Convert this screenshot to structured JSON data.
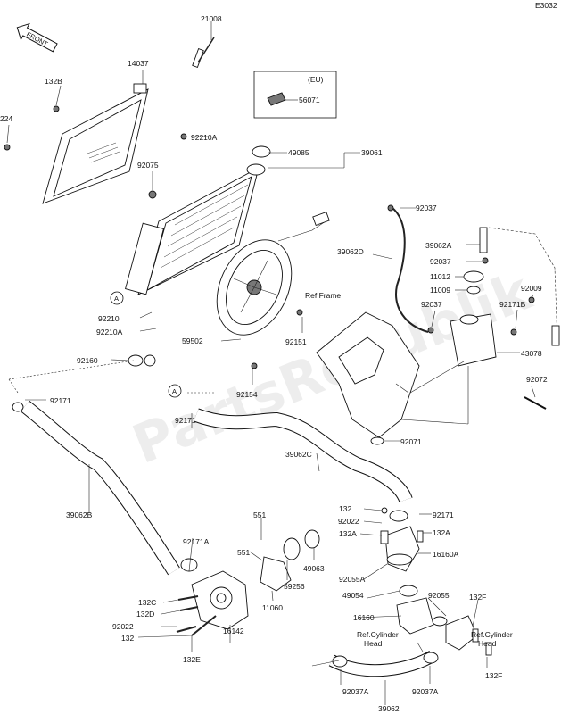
{
  "diagram_code": "E3032",
  "front_badge": "FRONT",
  "watermark": "PartsRepublik",
  "eu_box_label": "(EU)",
  "circle_marker": "A",
  "parts": [
    "21008",
    "14037",
    "132B",
    "224",
    "92210A",
    "92075",
    "56071",
    "49085",
    "39061",
    "92037",
    "39062D",
    "39062A",
    "92037",
    "11012",
    "11009",
    "92009",
    "92037",
    "92171B",
    "43078",
    "92072",
    "Ref.Frame",
    "92151",
    "59502",
    "92210",
    "92210A",
    "92160",
    "92154",
    "92171",
    "92171",
    "92071",
    "39062C",
    "39062B",
    "551",
    "551",
    "49063",
    "59256",
    "11060",
    "92171A",
    "16142",
    "132C",
    "132D",
    "92022",
    "132",
    "132E",
    "132",
    "92022",
    "132A",
    "132A",
    "92171",
    "16160A",
    "92055A",
    "49054",
    "92055",
    "132F",
    "16160",
    "Ref.Cylinder Head",
    "Ref.Cylinder Head",
    "92037A",
    "92037A",
    "39062",
    "132F"
  ]
}
